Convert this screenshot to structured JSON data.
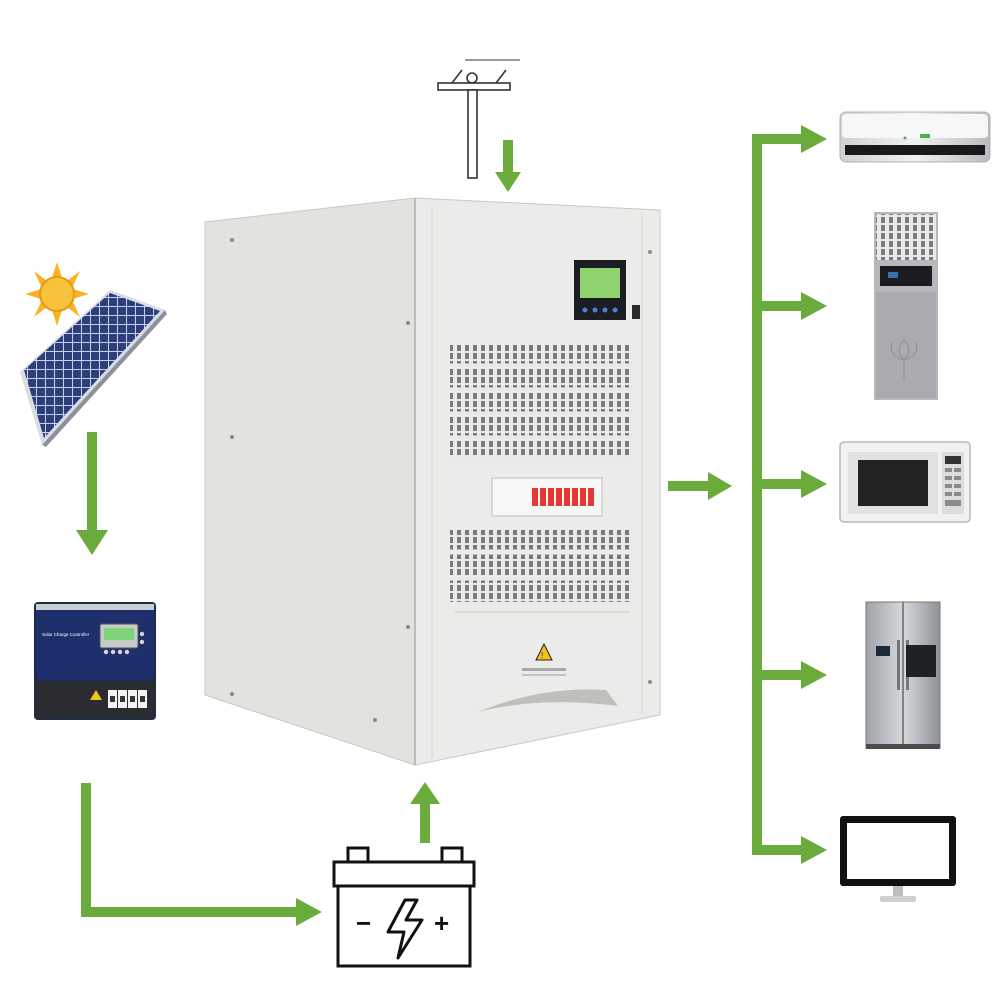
{
  "colors": {
    "flow_arrow": "#6aab3c",
    "background": "#ffffff",
    "cabinet": "#e6e6e4",
    "cabinet_shadow": "#d2d2cf",
    "solar_cell": "#2c3f7a",
    "sun": "#f7b324",
    "controller_body": "#1e2f6b",
    "breaker_red": "#e53935",
    "display_green": "#7fd17a"
  },
  "icons": {
    "utility_pole": "utility-pole-icon",
    "sun": "sun-icon",
    "battery": "battery-icon",
    "warning": "warning-triangle-icon"
  },
  "components": {
    "solar_panel": {},
    "charge_controller": {
      "label": "Solar Charge Controller"
    },
    "inverter_cabinet": {},
    "battery": {
      "minus": "−",
      "plus": "+"
    },
    "utility_grid": {}
  },
  "appliances": [
    {
      "id": "air-conditioner"
    },
    {
      "id": "standing-ac"
    },
    {
      "id": "microwave"
    },
    {
      "id": "refrigerator"
    },
    {
      "id": "monitor"
    }
  ]
}
